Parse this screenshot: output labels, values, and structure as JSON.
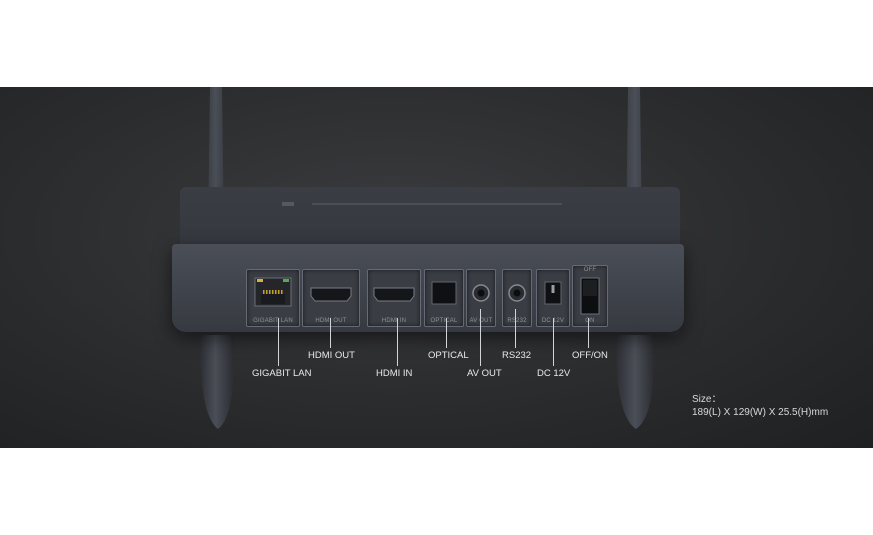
{
  "ports": [
    {
      "id": "gigabit-lan",
      "panel_label": "GIGABIT LAN",
      "callout": "GIGABIT LAN"
    },
    {
      "id": "hdmi-out",
      "panel_label": "HDMI OUT",
      "callout": "HDMI OUT"
    },
    {
      "id": "hdmi-in",
      "panel_label": "HDMI IN",
      "callout": "HDMI IN"
    },
    {
      "id": "optical",
      "panel_label": "OPTICAL",
      "callout": "OPTICAL"
    },
    {
      "id": "av-out",
      "panel_label": "AV OUT",
      "callout": "AV OUT"
    },
    {
      "id": "rs232",
      "panel_label": "RS232",
      "callout": "RS232"
    },
    {
      "id": "dc-12v",
      "panel_label": "DC 12V",
      "callout": "DC 12V"
    },
    {
      "id": "off-on",
      "panel_label_top": "OFF",
      "panel_label_bottom": "ON",
      "callout": "OFF/ON"
    }
  ],
  "size": {
    "title": "Size：",
    "value": "189(L) X 129(W) X 25.5(H)mm"
  },
  "colors": {
    "background": "#2b2c2e",
    "device": "#3f434b",
    "callout_text": "#e8e9eb"
  }
}
